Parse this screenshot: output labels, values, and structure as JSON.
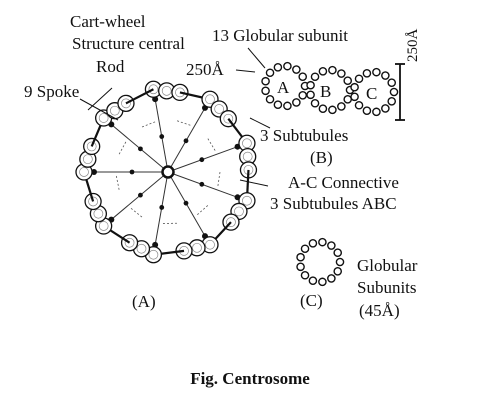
{
  "labels": {
    "cart_wheel": "Cart-wheel",
    "structure_central": "Structure central",
    "rod": "Rod",
    "spoke": "9 Spoke",
    "globular_subunit": "13 Globular subunit",
    "dim_250_top": "250Å",
    "dim_250_right": "250Å",
    "tubule_a": "A",
    "tubule_b": "B",
    "tubule_c": "C",
    "three_subtubules": "3 Subtubules",
    "panel_b": "(B)",
    "ac_connective": "A-C Connective",
    "subtubules_abc": "3 Subtubules ABC",
    "globular": "Globular",
    "subunits": "Subunits",
    "size_45": "(45Å)",
    "panel_a": "(A)",
    "panel_c": "(C)"
  },
  "caption": "Fig. Centrosome"
}
